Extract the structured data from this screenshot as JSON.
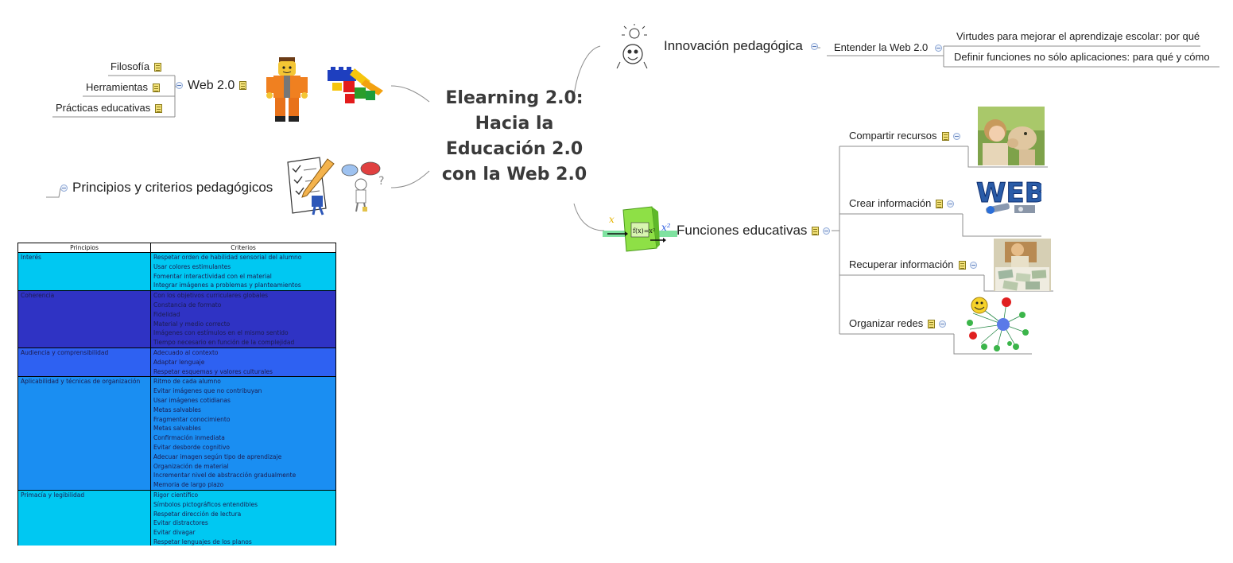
{
  "center": {
    "lines": [
      "Elearning 2.0:",
      "Hacia la",
      "Educación 2.0",
      "con la Web 2.0"
    ]
  },
  "web20": {
    "label": "Web 2.0",
    "children": [
      "Filosofía",
      "Herramientas",
      "Prácticas educativas"
    ]
  },
  "principios": {
    "label": "Principios y criterios pedagógicos"
  },
  "innovacion": {
    "label": "Innovación pedagógica",
    "child": "Entender la Web 2.0",
    "grandchildren": [
      "Virtudes para mejorar el aprendizaje escolar: por qué",
      "Definir funciones no sólo aplicaciones: para qué y cómo"
    ]
  },
  "funciones": {
    "label": "Funciones educativas",
    "children": [
      "Compartir recursos",
      "Crear información",
      "Recuperar información",
      "Organizar redes"
    ]
  },
  "table": {
    "headers": [
      "Principios",
      "Criterios"
    ],
    "rows": [
      {
        "principio": "Interés",
        "color": "#00c8f2",
        "criterios": [
          "Respetar orden de habilidad sensorial del alumno",
          "Usar colores estimulantes",
          "Fomentar interactividad con el material",
          "Integrar imágenes a problemas y planteamientos"
        ]
      },
      {
        "principio": "Coherencia",
        "color": "#2f33c4",
        "criterios": [
          "Con los objetivos curriculares globales",
          "Constancia de formato",
          "Fidelidad",
          "Material y medio correcto",
          "Imágenes con estímulos en el mismo sentido",
          "Tiempo necesario en función de la complejidad"
        ]
      },
      {
        "principio": "Audiencia y comprensibilidad",
        "color": "#2e61f2",
        "criterios": [
          "Adecuado al contexto",
          "Adaptar lenguaje",
          "Respetar esquemas y valores culturales"
        ]
      },
      {
        "principio": "Aplicabilidad y técnicas de organización",
        "color": "#1a8ef2",
        "criterios": [
          "Ritmo de cada alumno",
          "Evitar imágenes que no contribuyan",
          "Usar imágenes cotidianas",
          "Metas salvables",
          "Fragmentar conocimiento",
          "Metas salvables",
          "Confirmación inmediata",
          "Evitar desborde cognitivo",
          "Adecuar imagen según tipo de aprendizaje",
          "Organización de material",
          "Incrementar nivel de abstracción gradualmente",
          "Memoria de largo plazo"
        ]
      },
      {
        "principio": "Primacía y legibilidad",
        "color": "#00c8f2",
        "criterios": [
          "Rigor científico",
          "Símbolos pictográficos entendibles",
          "Respetar dirección de lectura",
          "Evitar distractores",
          "Evitar divagar",
          "Respetar lenguajes de los planos"
        ]
      }
    ]
  },
  "icons": {
    "note": "note-icon",
    "collapse": "collapse-icon"
  },
  "colors": {
    "branch_line": "#9a9a9a",
    "center_text": "#3a3a3a"
  }
}
